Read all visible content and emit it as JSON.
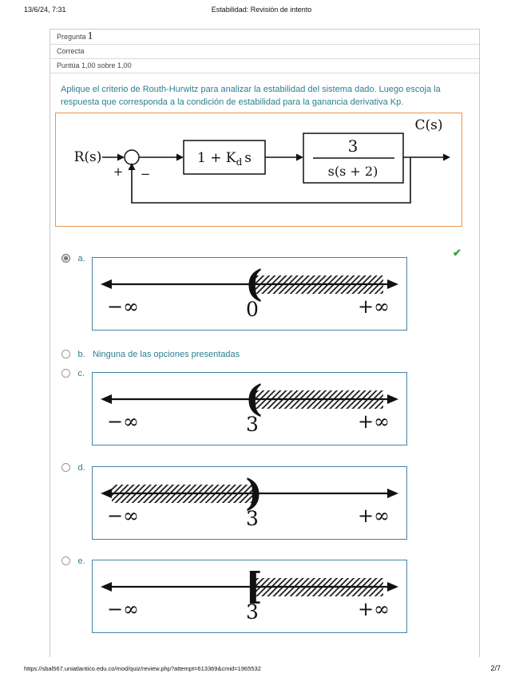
{
  "header": {
    "datetime": "13/6/24, 7:31",
    "title": "Estabilidad: Revisión de intento"
  },
  "footer": {
    "url": "https://sbal567.uniatlantico.edu.co/mod/quiz/review.php?attempt=613369&cmid=1965532",
    "page": "2/7"
  },
  "question": {
    "label": "Pregunta",
    "number": "1",
    "status": "Correcta",
    "grade": "Puntúa 1,00 sobre 1,00",
    "text": "Aplique el criterio de Routh-Hurwitz para analizar la estabilidad del sistema dado. Luego escoja la respuesta que corresponda a la condición de estabilidad para la ganancia derivativa Kp."
  },
  "diagram": {
    "input_label": "R(s)",
    "output_label": "C(s)",
    "sum_plus": "+",
    "sum_minus": "−",
    "block1_pre": "1 + K",
    "block1_sub": "d",
    "block1_post": "s",
    "block2_numerator": "3",
    "block2_denominator": "s(s + 2)"
  },
  "options": [
    {
      "letter": "a.",
      "selected": true,
      "correct": true,
      "numberline": {
        "neg_label": "−∞",
        "boundary_label": "0",
        "pos_label": "+∞",
        "bracket": "(",
        "hatch_side": "right"
      }
    },
    {
      "letter": "b.",
      "selected": false,
      "text": "Ninguna de las opciones presentadas"
    },
    {
      "letter": "c.",
      "selected": false,
      "numberline": {
        "neg_label": "−∞",
        "boundary_label": "3",
        "pos_label": "+∞",
        "bracket": "(",
        "hatch_side": "right"
      }
    },
    {
      "letter": "d.",
      "selected": false,
      "numberline": {
        "neg_label": "−∞",
        "boundary_label": "3",
        "pos_label": "+∞",
        "bracket": ")",
        "hatch_side": "left"
      }
    },
    {
      "letter": "e.",
      "selected": false,
      "numberline": {
        "neg_label": "−∞",
        "boundary_label": "3",
        "pos_label": "+∞",
        "bracket": "[",
        "hatch_side": "right"
      }
    }
  ],
  "icons": {
    "correct_check": "✔"
  },
  "colors": {
    "accent_teal": "#2b7f91",
    "image_border": "#4682a9",
    "diagram_border": "#e8964f",
    "check_green": "#3ba23b"
  }
}
